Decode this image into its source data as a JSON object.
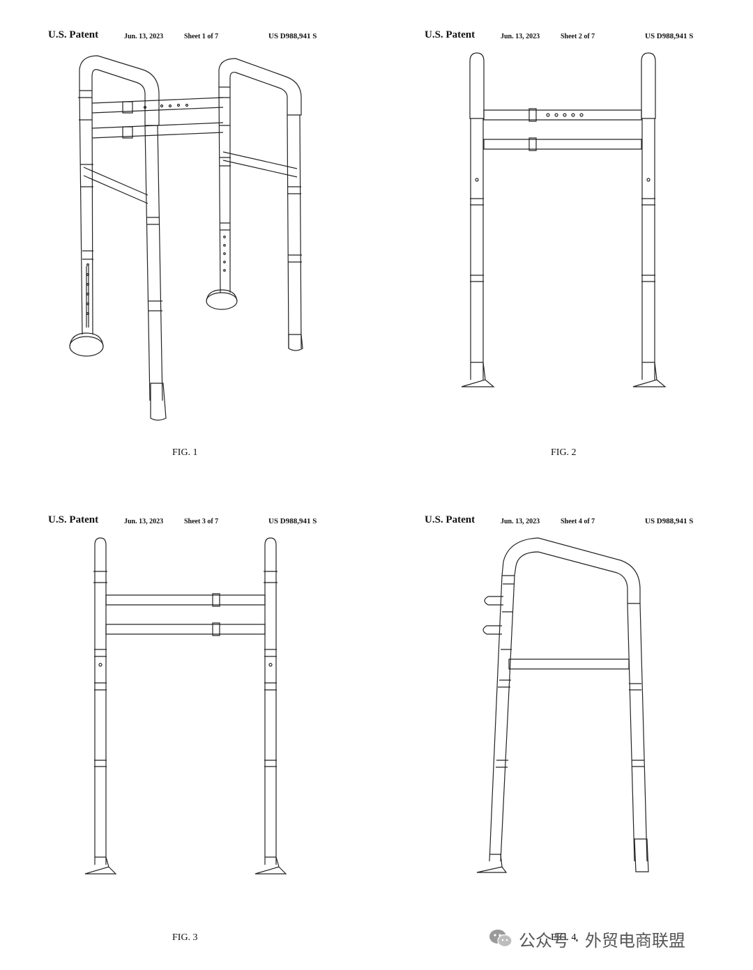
{
  "sheets": [
    {
      "patent": "U.S. Patent",
      "date": "Jun. 13, 2023",
      "sheet": "Sheet 1 of 7",
      "number": "US D988,941 S",
      "figure": "FIG. 1"
    },
    {
      "patent": "U.S. Patent",
      "date": "Jun. 13, 2023",
      "sheet": "Sheet 2 of 7",
      "number": "US D988,941 S",
      "figure": "FIG. 2"
    },
    {
      "patent": "U.S. Patent",
      "date": "Jun. 13, 2023",
      "sheet": "Sheet 3 of 7",
      "number": "US D988,941 S",
      "figure": "FIG. 3"
    },
    {
      "patent": "U.S. Patent",
      "date": "Jun. 13, 2023",
      "sheet": "Sheet 4 of 7",
      "number": "US D988,941 S",
      "figure": "FIG. 4"
    }
  ],
  "watermark": {
    "icon": "wechat-icon",
    "text": "公众号 · 外贸电商联盟"
  }
}
